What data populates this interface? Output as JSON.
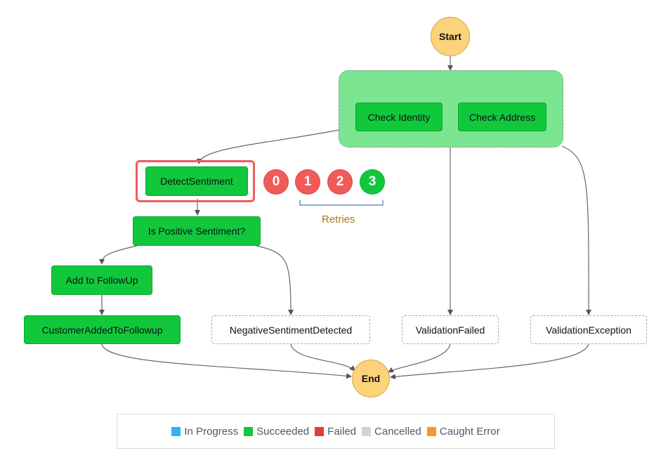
{
  "nodes": {
    "start": "Start",
    "check_identity": "Check Identity",
    "check_address": "Check Address",
    "detect_sentiment": "DetectSentiment",
    "is_positive": "Is Positive Sentiment?",
    "add_followup": "Add to FollowUp",
    "customer_added": "CustomerAddedToFollowup",
    "negative_detected": "NegativeSentimentDetected",
    "validation_failed": "ValidationFailed",
    "validation_exception": "ValidationException",
    "end": "End"
  },
  "retries": {
    "label": "Retries",
    "attempts": [
      {
        "number": "0",
        "status": "failed"
      },
      {
        "number": "1",
        "status": "failed"
      },
      {
        "number": "2",
        "status": "failed"
      },
      {
        "number": "3",
        "status": "succeeded"
      }
    ]
  },
  "legend": [
    {
      "label": "In Progress",
      "color": "#2eb6e8"
    },
    {
      "label": "Succeeded",
      "color": "#11c83c"
    },
    {
      "label": "Failed",
      "color": "#e63b3b"
    },
    {
      "label": "Cancelled",
      "color": "#d3d3d3"
    },
    {
      "label": "Caught Error",
      "color": "#f7982a"
    }
  ],
  "colors": {
    "succeeded": "#11c83c",
    "failed": "#f25a5a",
    "pending_border": "#a8a8a8",
    "terminal": "#fcd27a",
    "parallel_fill": "#7ce591",
    "highlight": "#f25a5a",
    "retries_text": "#a8781a"
  }
}
